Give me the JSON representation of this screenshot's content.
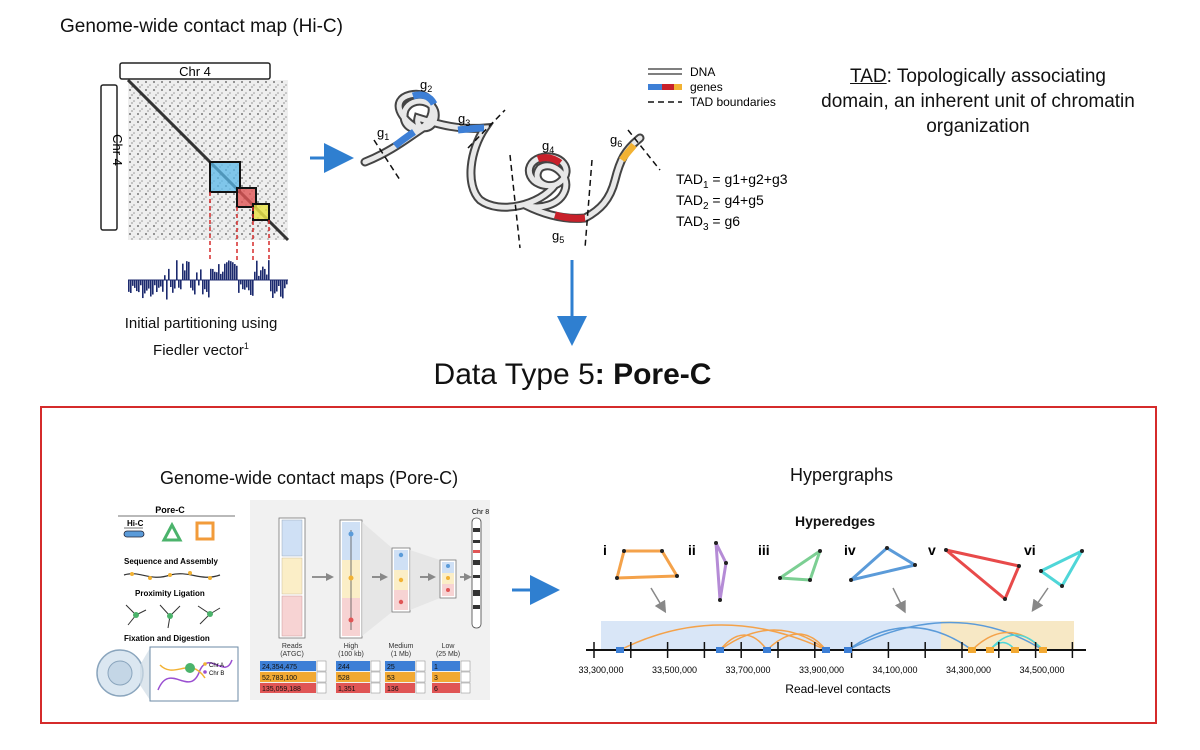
{
  "top": {
    "hic_title": "Genome-wide contact map (Hi-C)",
    "chr_label_top": "Chr 4",
    "chr_label_side": "Chr 4",
    "partition_caption_line1": "Initial partitioning using",
    "partition_caption_line2": "Fiedler vector",
    "partition_caption_sup": "1",
    "legend": {
      "dna": "DNA",
      "genes": "genes",
      "tad_boundaries": "TAD boundaries"
    },
    "gene_labels": [
      "g",
      "g",
      "g",
      "g",
      "g",
      "g"
    ],
    "gene_subs": [
      "1",
      "2",
      "3",
      "4",
      "5",
      "6"
    ],
    "tad_equations": [
      {
        "lhs": "TAD",
        "sub": "1",
        "rhs": " = g1+g2+g3"
      },
      {
        "lhs": "TAD",
        "sub": "2",
        "rhs": " = g4+g5"
      },
      {
        "lhs": "TAD",
        "sub": "3",
        "rhs": " = g6"
      }
    ],
    "tad_term": "TAD",
    "tad_definition": ": Topologically associating domain, an inherent unit of chromatin organization"
  },
  "data_type": {
    "prefix": "Data Type 5",
    "bold": ": Pore-C"
  },
  "porec": {
    "title": "Genome-wide contact maps (Pore-C)",
    "left_panel": {
      "pore_c_label": "Pore-C",
      "hi_c_label": "Hi-C",
      "sequence_and_assembly": "Sequence and Assembly",
      "proximity_ligation": "Proximity Ligation",
      "fixation_and_digestion": "Fixation and Digestion",
      "chr_a": "Chr A",
      "chr_b": "Chr B"
    },
    "middle_panel": {
      "chr_label": "Chr 8",
      "columns": [
        {
          "label_line1": "Reads",
          "label_line2": "(ATGC)",
          "values": [
            "24,354,475",
            "52,783,100",
            "135,059,188"
          ]
        },
        {
          "label_line1": "High",
          "label_line2": "(100 kb)",
          "values": [
            "244",
            "528",
            "1,351"
          ]
        },
        {
          "label_line1": "Medium",
          "label_line2": "(1 Mb)",
          "values": [
            "25",
            "53",
            "136"
          ]
        },
        {
          "label_line1": "Low",
          "label_line2": "(25 Mb)",
          "values": [
            "1",
            "3",
            "6"
          ]
        }
      ]
    },
    "hypergraphs": {
      "title": "Hypergraphs",
      "hyperedges_label": "Hyperedges",
      "roman": [
        "i",
        "ii",
        "iii",
        "iv",
        "v",
        "vi"
      ],
      "colors": [
        "#f4a24a",
        "#b58bd6",
        "#7ccf93",
        "#5b9bd9",
        "#e84a4a",
        "#4fd6d8"
      ],
      "axis_ticks": [
        "33,300,000",
        "33,500,000",
        "33,700,000",
        "33,900,000",
        "34,100,000",
        "34,300,000",
        "34,500,000"
      ],
      "axis_label": "Read-level contacts"
    }
  },
  "colors": {
    "box_border": "#d52b2b",
    "arrow_blue": "#2f7fd0"
  }
}
